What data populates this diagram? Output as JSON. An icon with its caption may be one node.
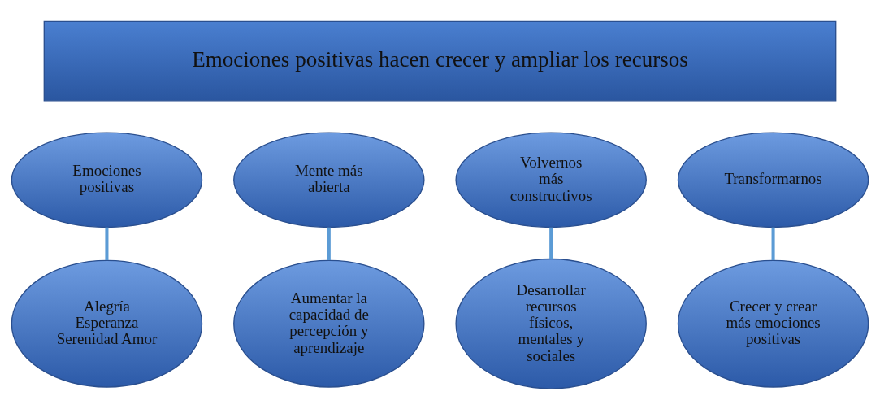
{
  "diagram": {
    "nodes": [
      {
        "text": [
          "Emociones positivas hacen crecer y ampliar los recursos"
        ]
      },
      {
        "text": [
          "Emociones positivas"
        ]
      },
      {
        "text": [
          "Mente más abierta"
        ]
      },
      {
        "text": [
          "Volvernos más constructivos"
        ]
      },
      {
        "text": [
          "Transformarnos"
        ]
      },
      {
        "text": [
          "Alegría Esperanza Serenidad Amor"
        ]
      },
      {
        "text": [
          "Aumentar la capacidad de percepción y aprendizaje"
        ]
      },
      {
        "text": [
          "Desarrollar recursos físicos, mentales y sociales"
        ]
      },
      {
        "text": [
          "Crecer y crear más emociones positivas"
        ]
      }
    ],
    "edges": [
      {
        "from": 1,
        "to": 5,
        "arrow": "none"
      },
      {
        "from": 2,
        "to": 6,
        "arrow": "none"
      },
      {
        "from": 3,
        "to": 7,
        "arrow": "none"
      },
      {
        "from": 4,
        "to": 8,
        "arrow": "none"
      }
    ]
  }
}
